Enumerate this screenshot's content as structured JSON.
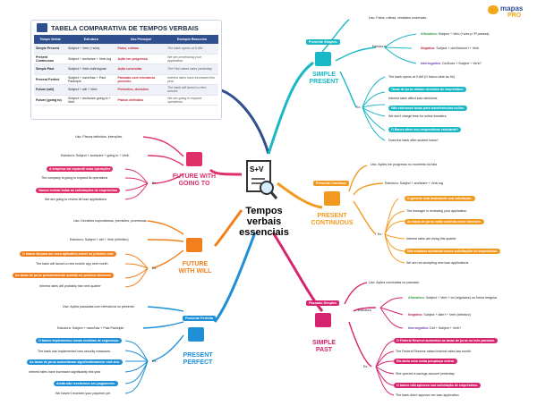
{
  "logo": {
    "line1": "mapas",
    "line2": "PRO"
  },
  "center": {
    "title_line1": "Tempos",
    "title_line2": "verbais",
    "title_line3": "essenciais",
    "icon_text": "S+V"
  },
  "table": {
    "title": "TABELA COMPARATIVA DE TEMPOS VERBAIS",
    "headers": [
      "Tempo Verbal",
      "Estrutura",
      "Uso Principal",
      "Exemplo Rascunho"
    ],
    "rows": [
      [
        "Simple Present",
        "Subject + Verb (+s/es)",
        "Fatos, rotinas",
        "The bank opens at 9 AM."
      ],
      [
        "Present Continuous",
        "Subject + am/is/are + Verb-ing",
        "Ação em progresso",
        "We are processing your application."
      ],
      [
        "Simple Past",
        "Subject + Verb-ed/irregular",
        "Ação concluída",
        "The Fed raised rates yesterday."
      ],
      [
        "Present Perfect",
        "Subject + have/has + Past Participle",
        "Passado com relevância presente",
        "Interest rates have increased this year."
      ],
      [
        "Future (will)",
        "Subject + will + Verb",
        "Previsões, decisões",
        "The bank will launch a new service."
      ],
      [
        "Future (going to)",
        "Subject + am/is/are going to + Verb",
        "Planos definidos",
        "We are going to expand operations."
      ]
    ]
  },
  "simple_present": {
    "label": "Presente Simples",
    "name_line1": "SIMPLE",
    "name_line2": "PRESENT",
    "use": "Uso: Fatos, rotinas, verdades universais.",
    "structure_label": "Estrutura:",
    "affirmative_label": "Afirmativo:",
    "affirmative": "Subject + Verb (+s/es p/ 3ª pessoa)",
    "negative_label": "Negativo:",
    "negative": "Subject + don't/doesn't + Verb",
    "interrogative_label": "Interrogativo:",
    "interrogative": "Do/Does + Subject + Verb?",
    "examples_label": "Ex.:",
    "examples": [
      "The bank opens at 9 AM (O banco abre às 9h)",
      "Taxas de juros afetam decisões de empréstimo.",
      "Interest rates affect loan decisions",
      "Não cobramos taxas para transferências online.",
      "We don't charge fees for online transfers",
      "O Banco afere seu empréstimos estudante?",
      "Does the bank offer student loans?"
    ]
  },
  "present_continuous": {
    "label": "Presente Contínuo",
    "name_line1": "PRESENT",
    "name_line2": "CONTINUOUS",
    "use": "Uso: Ações em progresso no momento da fala",
    "structure": "Estrutura: Subject + am/is/are + Verb-ing",
    "examples_label": "Ex.:",
    "examples": [
      "O gerente está analisando sua solicitação.",
      "The manager is reviewing your application",
      "As taxas de juros estão subindo neste trimestre.",
      "Interest rates are rising this quarter",
      "Não estamos aceitando novos solicitações de empréstimo.",
      "We are not accepting new loan applications"
    ]
  },
  "simple_past": {
    "label": "Passado Simples",
    "name_line1": "SIMPLE",
    "name_line2": "PAST",
    "use": "Uso: Ações concluídas no passado.",
    "structure_label": "Estrutura",
    "affirmative_label": "Afirmativo:",
    "affirmative": "Subject + Verb + ed (regulares) ou forma irregular",
    "negative_label": "Negativo:",
    "negative": "Subject + didn't + Verb (infinitivo)",
    "interrogative_label": "Interrogativo:",
    "interrogative": "Did + Subject + Verb?",
    "examples_label": "Ex.:",
    "examples": [
      "O Federal Reserve aumentou as taxas de juros no mês passado.",
      "The Federal Reserve raised interest rates last month",
      "Ela abriu uma conta poupança ontem.",
      "She opened a savings account yesterday",
      "O banco não aprovou sua solicitação de empréstimo.",
      "The bank didn't approve her loan application"
    ]
  },
  "present_perfect": {
    "label": "Presente Perfeito",
    "name_line1": "PRESENT",
    "name_line2": "PERFECT",
    "use": "Uso: Ações passadas com relevância no presente.",
    "structure": "Estrutura: Subject + have/has + Past Participle",
    "examples_label": "Ex.:",
    "examples": [
      "O banco implementou novas medidas de segurança.",
      "The bank has implemented new security measures.",
      "As taxas de juros aumentaram significativamente este ano.",
      "Interest rates have increased significantly this year",
      "Ainda não recebemos seu pagamento.",
      "We haven't received your payment yet"
    ]
  },
  "future_going_to": {
    "name_line1": "FUTURE WITH",
    "name_line2": "GOING TO",
    "use": "Uso: Planos definidos, intenções.",
    "structure": "Estrutura: Subject + am/is/are + going to + Verb.",
    "examples_label": "Ex.:",
    "examples": [
      "A empresa vai expandir suas operações",
      "The company is going to expand its operations",
      "Vamos revisar todas as solicitações de empréstimo",
      "We are going to review all loan applications"
    ]
  },
  "future_will": {
    "name_line1": "FUTURE",
    "name_line2": "WITH WILL",
    "use": "Uso: Decisões espontâneas, previsões, promessas.",
    "structure": "Estrutura: Subject + will + Verb (infinitivo)",
    "examples_label": "Ex.:",
    "examples": [
      "O banco lançará um novo aplicativo móvel no próximo mês",
      "The bank will launch a new mobile app next month",
      "As taxas de juros provavelmente subirão no próximo trimestre",
      "Interest rates will probably rise next quarter"
    ]
  },
  "colors": {
    "present": "#1ab8c4",
    "continuous": "#f29a1f",
    "past": "#d6246e",
    "perfect": "#1f8fd6",
    "going": "#e0306a",
    "will": "#f07f1c",
    "table": "#2f4f8f"
  }
}
